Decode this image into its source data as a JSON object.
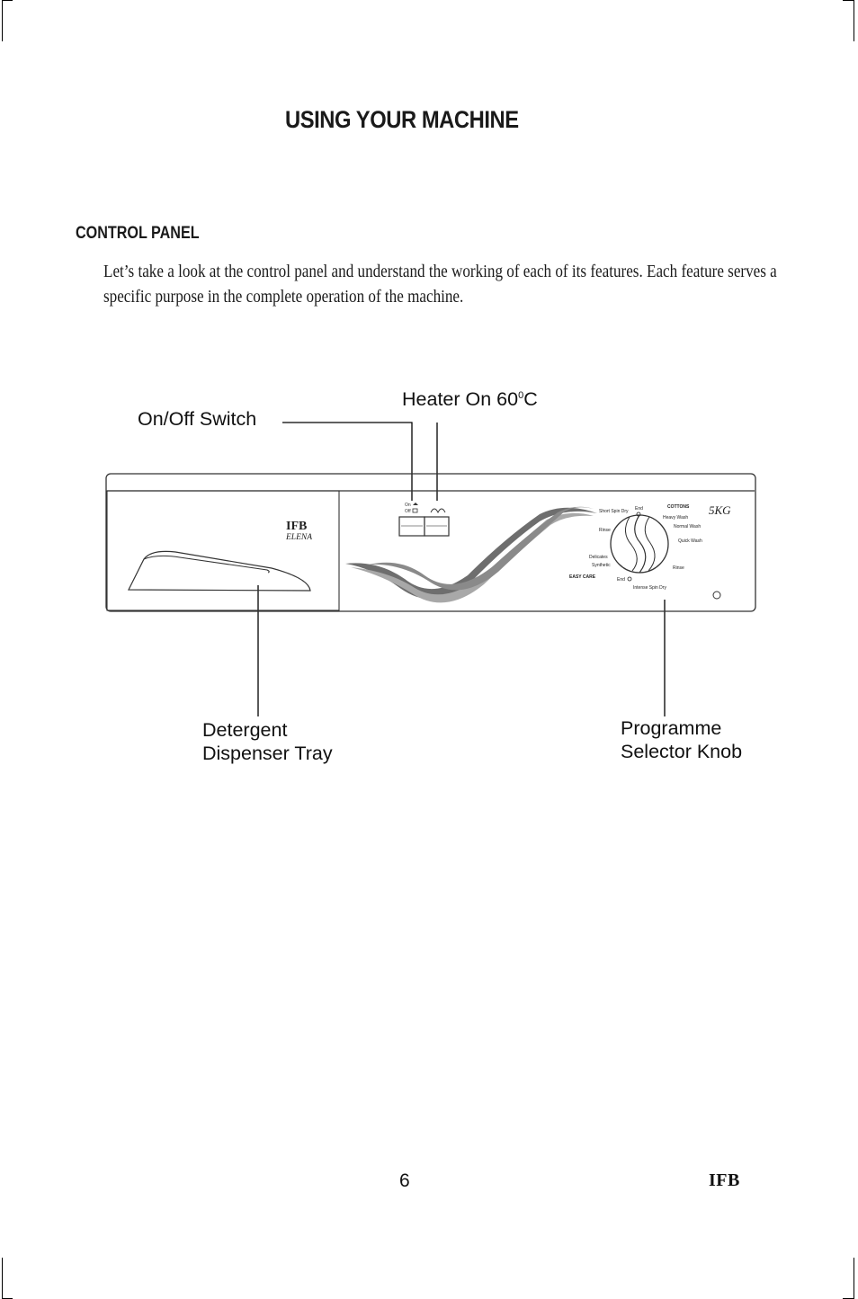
{
  "page": {
    "title": "USING YOUR MACHINE",
    "section_heading": "CONTROL PANEL",
    "intro_paragraph": "Let’s take a look at the control panel and understand the working of each of its features. Each feature serves a specific purpose in the complete operation of the machine.",
    "page_number": "6",
    "footer_logo": "IFB"
  },
  "callouts": {
    "on_off_switch": "On/Off Switch",
    "heater_prefix": "Heater On 60",
    "heater_degree": "0",
    "heater_unit": "C",
    "detergent_line1": "Detergent",
    "detergent_line2": "Dispenser Tray",
    "programme_line1": "Programme",
    "programme_line2": "Selector Knob"
  },
  "panel": {
    "brand": "IFB",
    "model": "ELENA",
    "capacity": "5KG",
    "switch_on": "On",
    "switch_off": "Off",
    "dial": {
      "cottons": "COTTONS",
      "easy_care": "EASY CARE",
      "short_spin_dry": "Short Spin Dry",
      "end_top": "End",
      "heavy_wash": "Heavy Wash",
      "normal_wash": "Normal Wash",
      "quick_wash": "Quick Wash",
      "rinse_right": "Rinse",
      "rinse_left": "Rinse",
      "delicates": "Delicates",
      "synthetic": "Synthetic",
      "end_bottom": "End",
      "intense_spin_dry": "Intense Spin Dry"
    }
  }
}
